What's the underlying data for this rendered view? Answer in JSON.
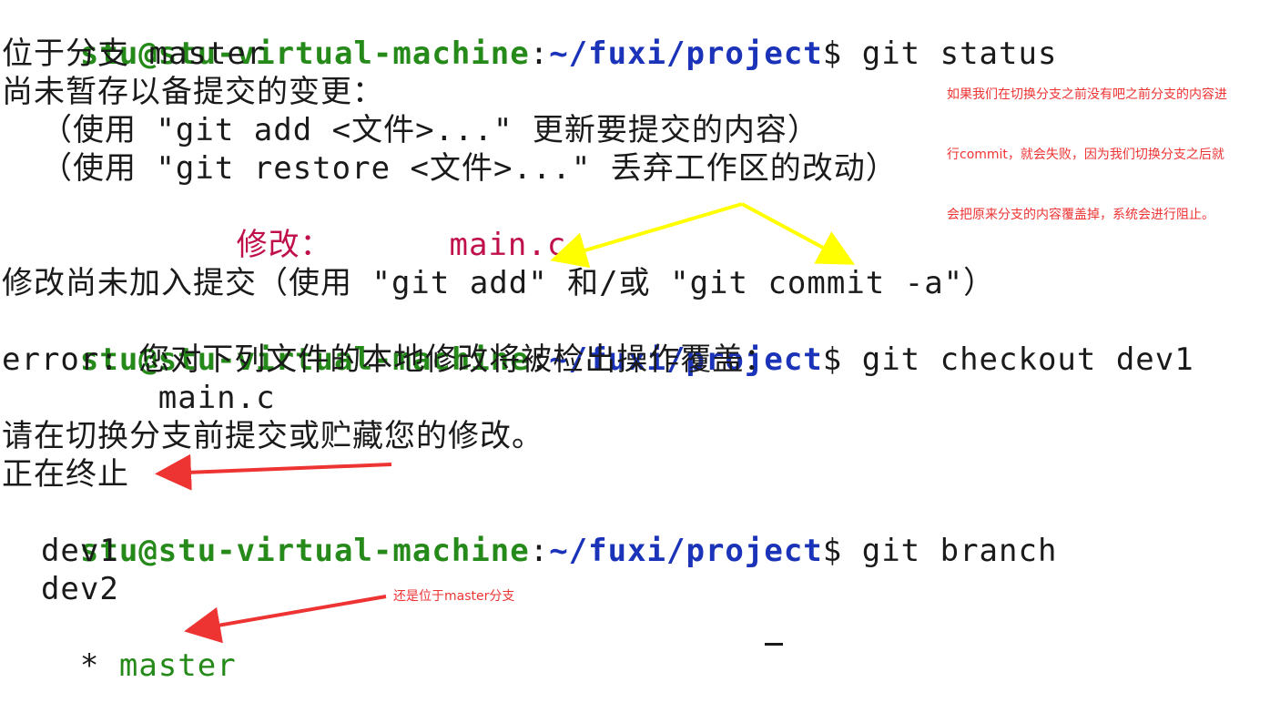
{
  "prompt": {
    "user_host": "stu@stu-virtual-machine",
    "colon": ":",
    "path": "~/fuxi/project",
    "dollar": "$"
  },
  "lines": {
    "cmd1": " git status",
    "l1": "位于分支 master",
    "l2": "尚未暂存以备提交的变更：",
    "l3": "  （使用 \"git add <文件>...\" 更新要提交的内容）",
    "l4": "  （使用 \"git restore <文件>...\" 丢弃工作区的改动）",
    "l5_label": "        修改：",
    "l5_file": "      main.c",
    "l6": "修改尚未加入提交（使用 \"git add\" 和/或 \"git commit -a\"）",
    "cmd2": " git checkout dev1",
    "l7": "error: 您对下列文件的本地修改将被检出操作覆盖：",
    "l8": "        main.c",
    "l9": "请在切换分支前提交或贮藏您的修改。",
    "l10": "正在终止",
    "cmd3": " git branch",
    "l11": "  dev1",
    "l12": "  dev2",
    "l13_star": "* ",
    "l13_branch": "master"
  },
  "annotations": {
    "note1_line1": "如果我们在切换分支之前没有吧之前分支的内容进",
    "note1_line2": "行commit，就会失败，因为我们切换分支之后就",
    "note1_line3": "会把原来分支的内容覆盖掉，系统会进行阻止。",
    "note2": "还是位于master分支"
  },
  "colors": {
    "prompt_user": "#268a1a",
    "prompt_path": "#1a33b8",
    "modified": "#c0104a",
    "annotation": "#ee3333",
    "arrow_yellow": "#ffff00",
    "arrow_red": "#ee3333"
  }
}
